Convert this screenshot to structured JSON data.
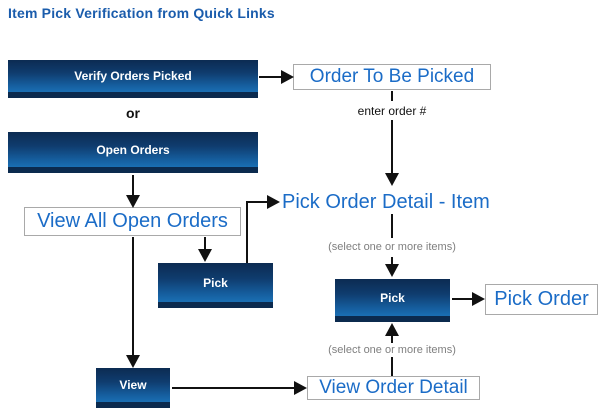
{
  "title": "Item Pick Verification from Quick Links",
  "colors": {
    "title_blue": "#1a5cac",
    "link_blue": "#1b6cc7",
    "button_gradient_top": "#0c2b52",
    "button_gradient_bottom": "#1a6fb4",
    "button_bottom_strip": "#0b2a4e",
    "box_border_gray": "#a9a9a9",
    "annotation_gray": "#7f7f7f",
    "line_black": "#111111"
  },
  "buttons": {
    "verify_orders_picked": "Verify Orders Picked",
    "open_orders": "Open Orders",
    "pick_left": "Pick",
    "pick_right": "Pick",
    "view": "View"
  },
  "screens": {
    "order_to_be_picked": "Order To Be Picked",
    "view_all_open_orders": "View All Open Orders",
    "pick_order_detail_item": "Pick Order Detail - Item",
    "pick_order": "Pick Order",
    "view_order_detail": "View Order Detail"
  },
  "annotations": {
    "or": "or",
    "enter_order": "enter order #",
    "select_items_top": "(select one or more items)",
    "select_items_bottom": "(select one or more items)"
  }
}
